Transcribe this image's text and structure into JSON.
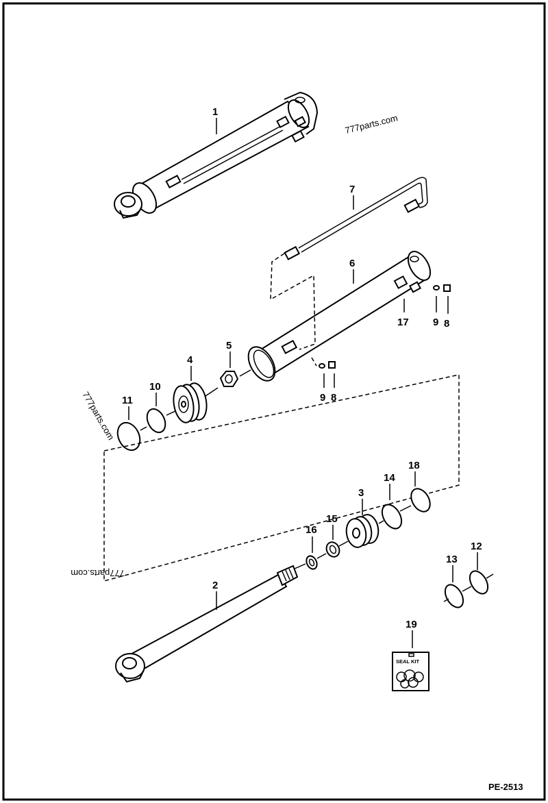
{
  "watermark": {
    "top": "777parts.com",
    "left": "777parts.com",
    "bottom": "777parts.com"
  },
  "callouts": {
    "p1": "1",
    "p2": "2",
    "p3": "3",
    "p4": "4",
    "p5": "5",
    "p6": "6",
    "p7": "7",
    "p8a": "8",
    "p8b": "8",
    "p9a": "9",
    "p9b": "9",
    "p10": "10",
    "p11": "11",
    "p12": "12",
    "p13": "13",
    "p14": "14",
    "p15": "15",
    "p16": "16",
    "p17": "17",
    "p18": "18",
    "p19": "19"
  },
  "seal_kit_label": "SEAL KIT",
  "page_code": "PE-2513",
  "colors": {
    "ink": "#000000",
    "paper": "#ffffff"
  }
}
